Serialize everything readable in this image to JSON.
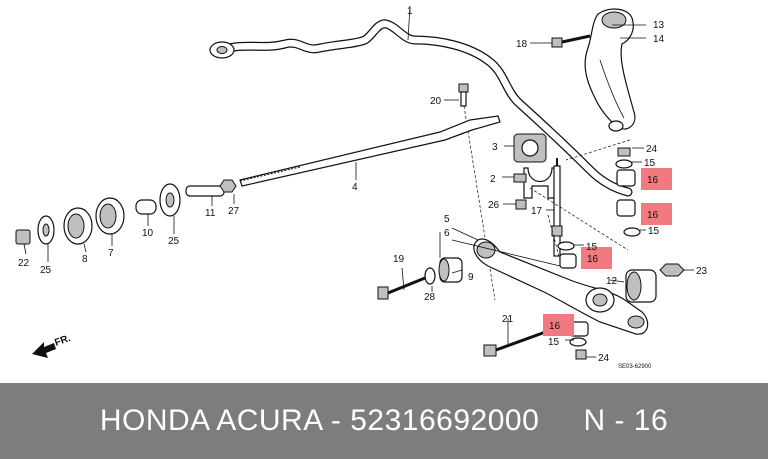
{
  "caption": {
    "brand": "HONDA ACURA",
    "separator": "-",
    "part_number": "52316692000",
    "callout": "N - 16"
  },
  "diagram_code": "SE03-62900",
  "direction_label": "FR.",
  "highlight_color": "#f07a80",
  "caption_bar_color": "#7d7d7d",
  "callouts": [
    {
      "id": "c1",
      "text": "1",
      "highlight": false
    },
    {
      "id": "c2",
      "text": "2",
      "highlight": false
    },
    {
      "id": "c3",
      "text": "3",
      "highlight": false
    },
    {
      "id": "c4",
      "text": "4",
      "highlight": false
    },
    {
      "id": "c5",
      "text": "5",
      "highlight": false
    },
    {
      "id": "c6",
      "text": "6",
      "highlight": false
    },
    {
      "id": "c7",
      "text": "7",
      "highlight": false
    },
    {
      "id": "c8",
      "text": "8",
      "highlight": false
    },
    {
      "id": "c9",
      "text": "9",
      "highlight": false
    },
    {
      "id": "c10",
      "text": "10",
      "highlight": false
    },
    {
      "id": "c11",
      "text": "11",
      "highlight": false
    },
    {
      "id": "c12",
      "text": "12",
      "highlight": false
    },
    {
      "id": "c13",
      "text": "13",
      "highlight": false
    },
    {
      "id": "c14",
      "text": "14",
      "highlight": false
    },
    {
      "id": "c15a",
      "text": "15",
      "highlight": false
    },
    {
      "id": "c15b",
      "text": "15",
      "highlight": false
    },
    {
      "id": "c15c",
      "text": "15",
      "highlight": false
    },
    {
      "id": "c15d",
      "text": "15",
      "highlight": false
    },
    {
      "id": "c16a",
      "text": "16",
      "highlight": true
    },
    {
      "id": "c16b",
      "text": "16",
      "highlight": true
    },
    {
      "id": "c16c",
      "text": "16",
      "highlight": true
    },
    {
      "id": "c16d",
      "text": "16",
      "highlight": true
    },
    {
      "id": "c17",
      "text": "17",
      "highlight": false
    },
    {
      "id": "c18",
      "text": "18",
      "highlight": false
    },
    {
      "id": "c19",
      "text": "19",
      "highlight": false
    },
    {
      "id": "c20",
      "text": "20",
      "highlight": false
    },
    {
      "id": "c21",
      "text": "21",
      "highlight": false
    },
    {
      "id": "c22",
      "text": "22",
      "highlight": false
    },
    {
      "id": "c23",
      "text": "23",
      "highlight": false
    },
    {
      "id": "c24a",
      "text": "24",
      "highlight": false
    },
    {
      "id": "c24b",
      "text": "24",
      "highlight": false
    },
    {
      "id": "c25a",
      "text": "25",
      "highlight": false
    },
    {
      "id": "c25b",
      "text": "25",
      "highlight": false
    },
    {
      "id": "c26",
      "text": "26",
      "highlight": false
    },
    {
      "id": "c27",
      "text": "27",
      "highlight": false
    },
    {
      "id": "c28",
      "text": "28",
      "highlight": false
    }
  ]
}
